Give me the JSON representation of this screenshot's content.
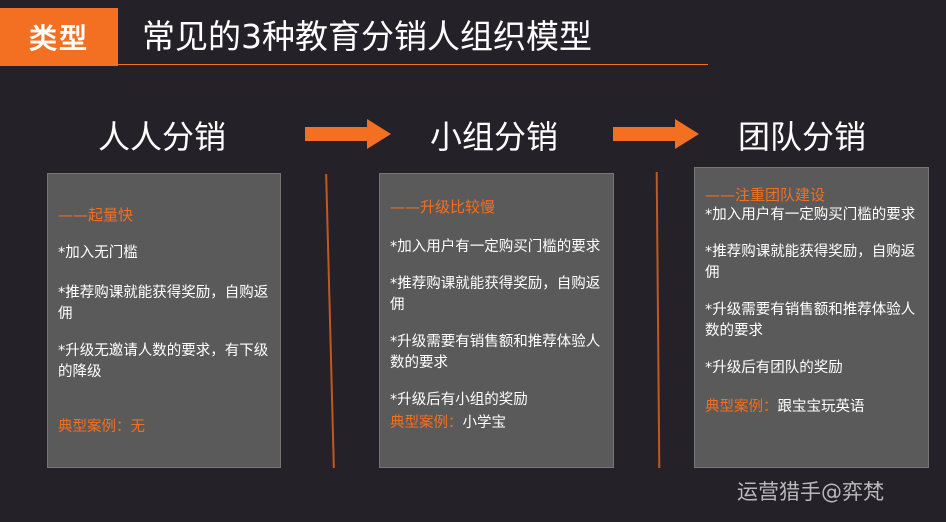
{
  "header": {
    "tag": "类型",
    "title": "常见的3种教育分销人组织模型"
  },
  "colors": {
    "accent": "#f36f21",
    "panel": "#5a5a5a",
    "background": "#252129"
  },
  "columns": [
    {
      "title": "人人分销",
      "highlight": "——起量快",
      "bullets": [
        "*加入无门槛",
        "*推荐购课就能获得奖励，自购返佣",
        "*升级无邀请人数的要求，有下级的降级"
      ],
      "case_label": "典型案例：",
      "case_value": "无"
    },
    {
      "title": "小组分销",
      "highlight": "——升级比较慢",
      "bullets": [
        "*加入用户有一定购买门槛的要求",
        "*推荐购课就能获得奖励，自购返佣",
        "*升级需要有销售额和推荐体验人数的要求",
        "*升级后有小组的奖励"
      ],
      "case_label": "典型案例：",
      "case_value": "小学宝"
    },
    {
      "title": "团队分销",
      "highlight": "——注重团队建设",
      "bullets": [
        "*加入用户有一定购买门槛的要求",
        "*推荐购课就能获得奖励，自购返佣",
        "*升级需要有销售额和推荐体验人数的要求",
        "*升级后有团队的奖励"
      ],
      "case_label": "典型案例：",
      "case_value": "跟宝宝玩英语"
    }
  ],
  "watermark": "运营猎手@弈梵"
}
